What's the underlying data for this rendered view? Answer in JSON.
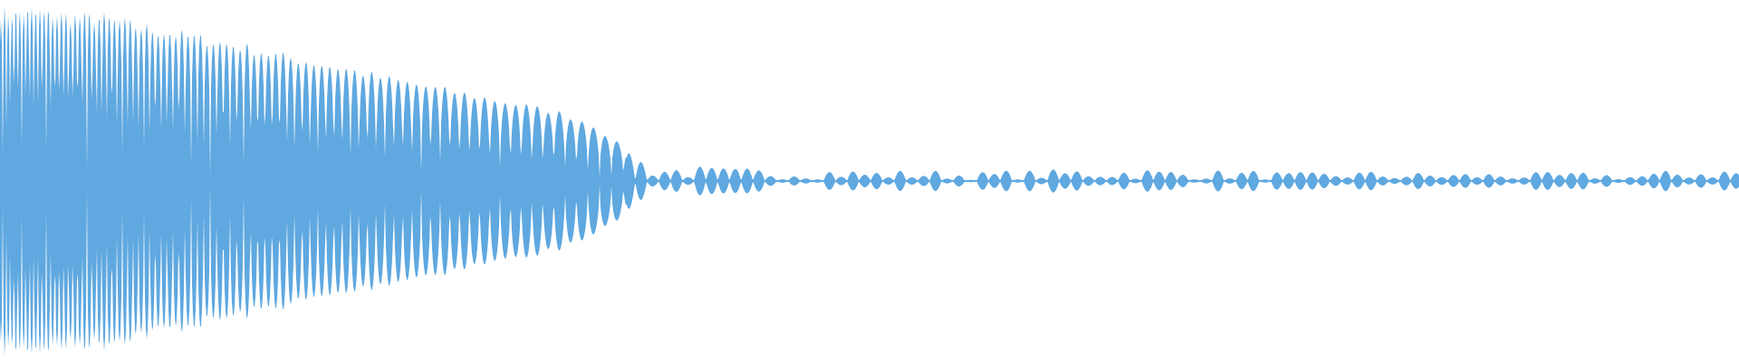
{
  "waveform": {
    "color": "#5fa8e0",
    "background": "#ffffff",
    "lobes_description_free": true,
    "profile": [
      [
        0.0,
        0.98
      ],
      [
        0.02,
        0.99
      ],
      [
        0.04,
        0.96
      ],
      [
        0.06,
        0.95
      ],
      [
        0.08,
        0.9
      ],
      [
        0.1,
        0.86
      ],
      [
        0.12,
        0.82
      ],
      [
        0.14,
        0.78
      ],
      [
        0.16,
        0.73
      ],
      [
        0.18,
        0.69
      ],
      [
        0.2,
        0.65
      ],
      [
        0.22,
        0.6
      ],
      [
        0.24,
        0.56
      ],
      [
        0.26,
        0.52
      ],
      [
        0.28,
        0.48
      ],
      [
        0.3,
        0.44
      ],
      [
        0.32,
        0.4
      ],
      [
        0.34,
        0.33
      ],
      [
        0.355,
        0.22
      ],
      [
        0.365,
        0.14
      ],
      [
        0.38,
        0.08
      ],
      [
        0.4,
        0.07
      ],
      [
        0.42,
        0.06
      ],
      [
        0.44,
        0.06
      ],
      [
        0.46,
        0.06
      ],
      [
        0.48,
        0.06
      ],
      [
        0.5,
        0.05
      ],
      [
        0.52,
        0.05
      ],
      [
        0.54,
        0.05
      ],
      [
        0.56,
        0.04
      ],
      [
        0.58,
        0.05
      ],
      [
        0.6,
        0.05
      ],
      [
        0.62,
        0.06
      ],
      [
        0.64,
        0.06
      ],
      [
        0.66,
        0.06
      ],
      [
        0.68,
        0.05
      ],
      [
        0.7,
        0.05
      ],
      [
        0.72,
        0.05
      ],
      [
        0.74,
        0.04
      ],
      [
        0.76,
        0.04
      ],
      [
        0.78,
        0.05
      ],
      [
        0.8,
        0.04
      ],
      [
        0.82,
        0.04
      ],
      [
        0.84,
        0.04
      ],
      [
        0.86,
        0.04
      ],
      [
        0.88,
        0.04
      ],
      [
        0.9,
        0.04
      ],
      [
        0.92,
        0.04
      ],
      [
        0.94,
        0.03
      ],
      [
        0.96,
        0.05
      ],
      [
        0.98,
        0.06
      ],
      [
        1.0,
        0.06
      ]
    ]
  }
}
